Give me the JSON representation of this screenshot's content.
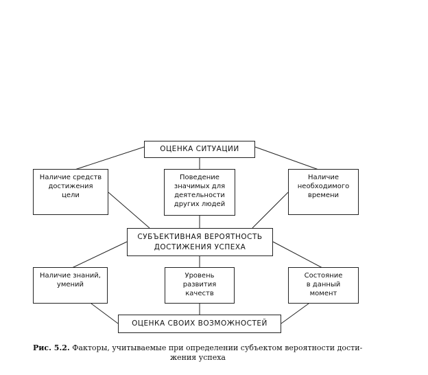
{
  "diagram": {
    "nodes": {
      "top": "ОЦЕНКА  СИТУАЦИИ",
      "means": "Наличие средств\nдостижения\nцели",
      "behavior": "Поведение\nзначимых для\nдеятельности\nдругих людей",
      "time": "Наличие\nнеобходимого\nвремени",
      "center": "СУБЪЕКТИВНАЯ  ВЕРОЯТНОСТЬ\nДОСТИЖЕНИЯ  УСПЕХА",
      "knowledge": "Наличие знаний,\nумений",
      "qualities": "Уровень\nразвития\nкачеств",
      "state": "Состояние\nв данный\nмомент",
      "bottom": "ОЦЕНКА  СВОИХ  ВОЗМОЖНОСТЕЙ"
    },
    "edges": [
      [
        "top",
        "means"
      ],
      [
        "top",
        "behavior"
      ],
      [
        "top",
        "time"
      ],
      [
        "means",
        "center"
      ],
      [
        "time",
        "center"
      ],
      [
        "behavior",
        "center"
      ],
      [
        "center",
        "knowledge"
      ],
      [
        "center",
        "qualities"
      ],
      [
        "center",
        "state"
      ],
      [
        "knowledge",
        "bottom"
      ],
      [
        "qualities",
        "bottom"
      ],
      [
        "state",
        "bottom"
      ]
    ]
  },
  "caption": {
    "label": "Рис. 5.2.",
    "text_line1": "Факторы, учитываемые при определении субъектом вероятности дости-",
    "text_line2": "жения успеха"
  }
}
